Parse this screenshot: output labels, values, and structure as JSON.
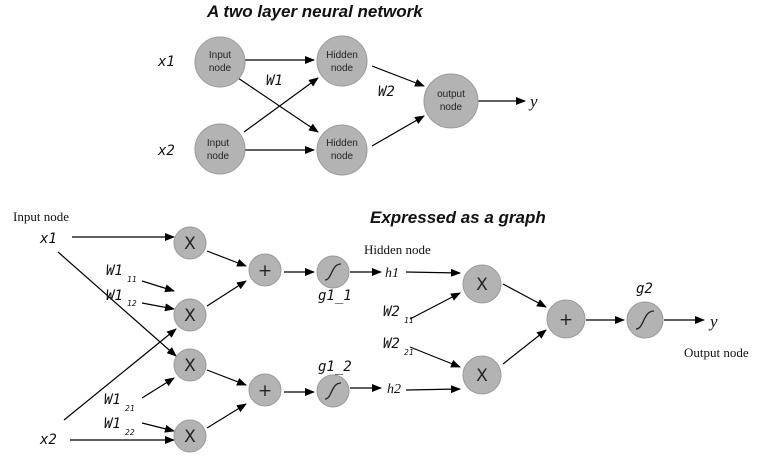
{
  "top": {
    "title": "A two layer neural network",
    "x1": "x1",
    "x2": "x2",
    "input_line1": "Input",
    "input_line2": "node",
    "hidden_line1": "Hidden",
    "hidden_line2": "node",
    "output_line1": "output",
    "output_line2": "node",
    "w1": "W1",
    "w2": "W2",
    "y": "y"
  },
  "graph": {
    "title": "Expressed as a graph",
    "input_node_label": "Input node",
    "hidden_node_label": "Hidden node",
    "output_node_label": "Output  node",
    "x1": "x1",
    "x2": "x2",
    "mult": "X",
    "plus": "+",
    "w1_main": "W1",
    "w1_11": "11",
    "w1_12": "12",
    "w1_21": "21",
    "w1_22": "22",
    "w2_main": "W2",
    "w2_11": "11",
    "w2_21": "21",
    "g1_1": "g1_1",
    "g1_2": "g1_2",
    "g2": "g2",
    "h1": "h1",
    "h2": "h2",
    "y": "y"
  }
}
